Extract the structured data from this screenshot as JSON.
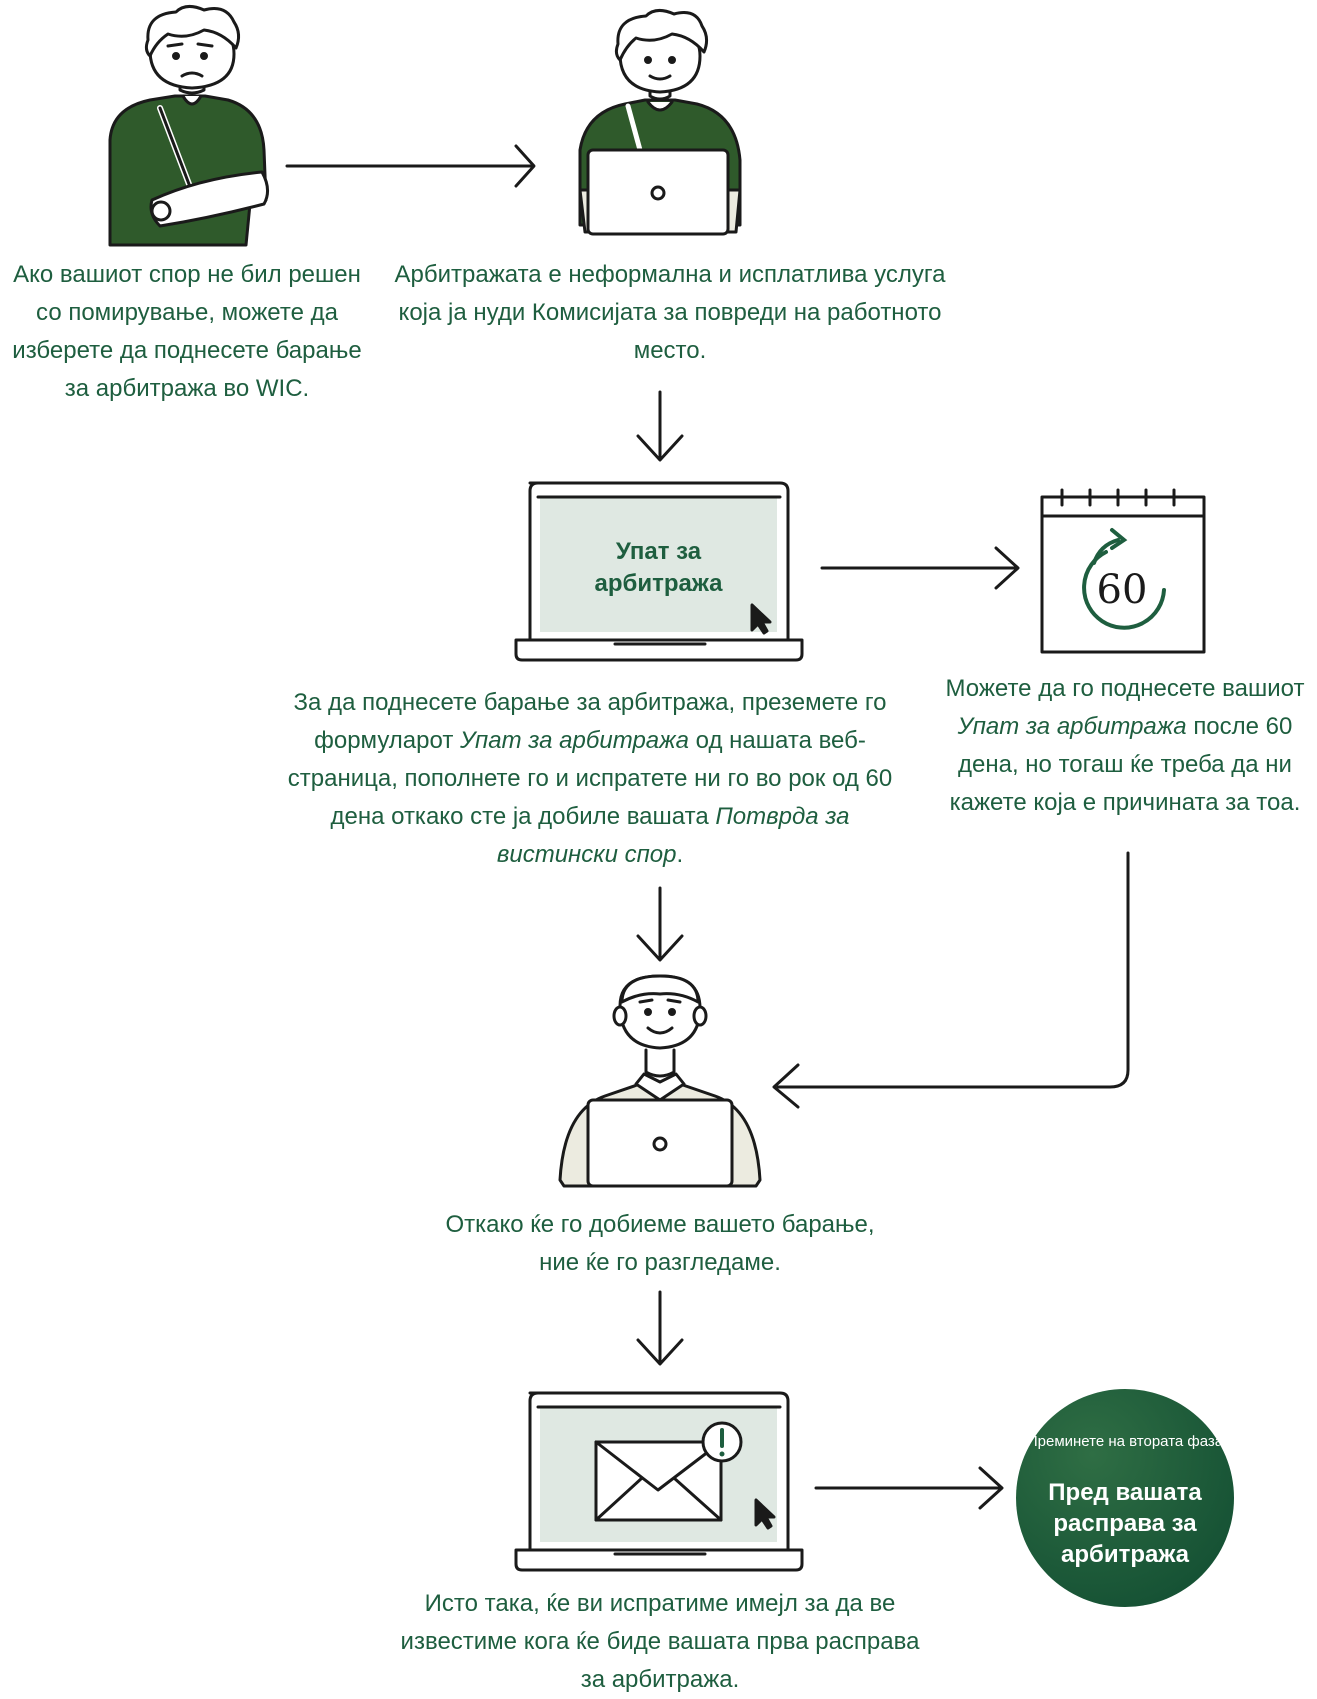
{
  "steps": {
    "step1": "Ако вашиот спор не бил решен со помирување, можете да изберете да поднесете барање за арбитража во WIC.",
    "step2": "Арбитражата е неформална и исплатлива услуга која ја нуди Комисијата за повреди на работното место.",
    "step3": {
      "part1": "За да поднесете барање за арбитража, преземете го формуларот",
      "form_name": "Упат за арбитража",
      "part2": "од нашата веб-страница, пополнете го и испратете ни го во рок од 60 дена откако сте ја добиле вашата",
      "doc_name": "Потврда за вистински спор",
      "part3": "."
    },
    "step4": {
      "part1": "Можете да го поднесете вашиот",
      "form_name": "Упат за арбитража",
      "part2": "после 60 дена, но тогаш ќе треба да ни кажете која е причината за тоа."
    },
    "step5": "Откако ќе го добиеме вашето барање, ние ќе го разгледаме.",
    "step6": "Исто така, ќе ви испратиме имејл за да ве известиме кога ќе биде вашата прва расправа за арбитража."
  },
  "laptop_screen_text": "Упат за арбитража",
  "calendar_number": "60",
  "next_phase": {
    "small": "Преминете на втората фаза",
    "big": "Пред вашата расправа за арбитража"
  },
  "colors": {
    "brand_green": "#1e5e3f",
    "shirt_green": "#2f5a2b",
    "screen_fill": "#dfe8e2",
    "shirt_beige": "#ecebe0"
  },
  "icons": [
    "person-with-arm-sling-icon",
    "person-with-laptop-icon",
    "laptop-form-icon",
    "calendar-60-days-icon",
    "reviewer-with-laptop-icon",
    "laptop-email-alert-icon",
    "arrow-icon"
  ]
}
